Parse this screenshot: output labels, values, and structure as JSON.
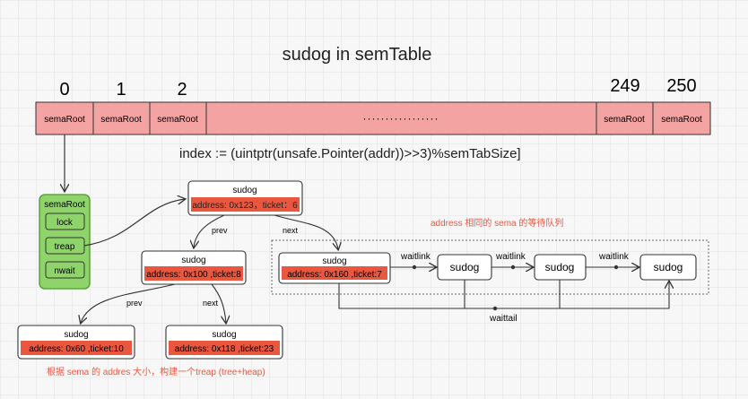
{
  "title": "sudog in semTable",
  "table": {
    "indices": [
      "0",
      "1",
      "2",
      "249",
      "250"
    ],
    "cells": [
      "semaRoot",
      "semaRoot",
      "semaRoot",
      "·················",
      "semaRoot",
      "semaRoot"
    ]
  },
  "formula": "index :=  (uintptr(unsafe.Pointer(addr))>>3)%semTabSize]",
  "semaroot": {
    "title": "semaRoot",
    "fields": [
      "lock",
      "treap",
      "nwait"
    ]
  },
  "nodes": {
    "root": {
      "label": "sudog",
      "detail": "address: 0x123，ticket：6"
    },
    "mid_left": {
      "label": "sudog",
      "detail": "address: 0x100 ,ticket:8"
    },
    "queue_head": {
      "label": "sudog",
      "detail": "address: 0x160 ,ticket:7"
    },
    "leaf_left": {
      "label": "sudog",
      "detail": "address: 0x60 ,ticket:10"
    },
    "leaf_right": {
      "label": "sudog",
      "detail": "address: 0x118 ,ticket:23"
    },
    "queue": [
      "sudog",
      "sudog",
      "sudog"
    ]
  },
  "edges": {
    "prev": "prev",
    "next": "next",
    "waitlink": "waitlink",
    "waittail": "waittail"
  },
  "notes": {
    "queue": "address 相同的 sema 的等待队列",
    "treap": "根据 sema 的 addres 大小，构建一个treap (tree+heap)"
  },
  "colors": {
    "table_fill": "#f4a3a3",
    "detail_fill": "#e9573f",
    "semaroot_fill": "#8fd46a",
    "semaroot_stroke": "#4a9a2a",
    "note_text": "#e9573f"
  }
}
